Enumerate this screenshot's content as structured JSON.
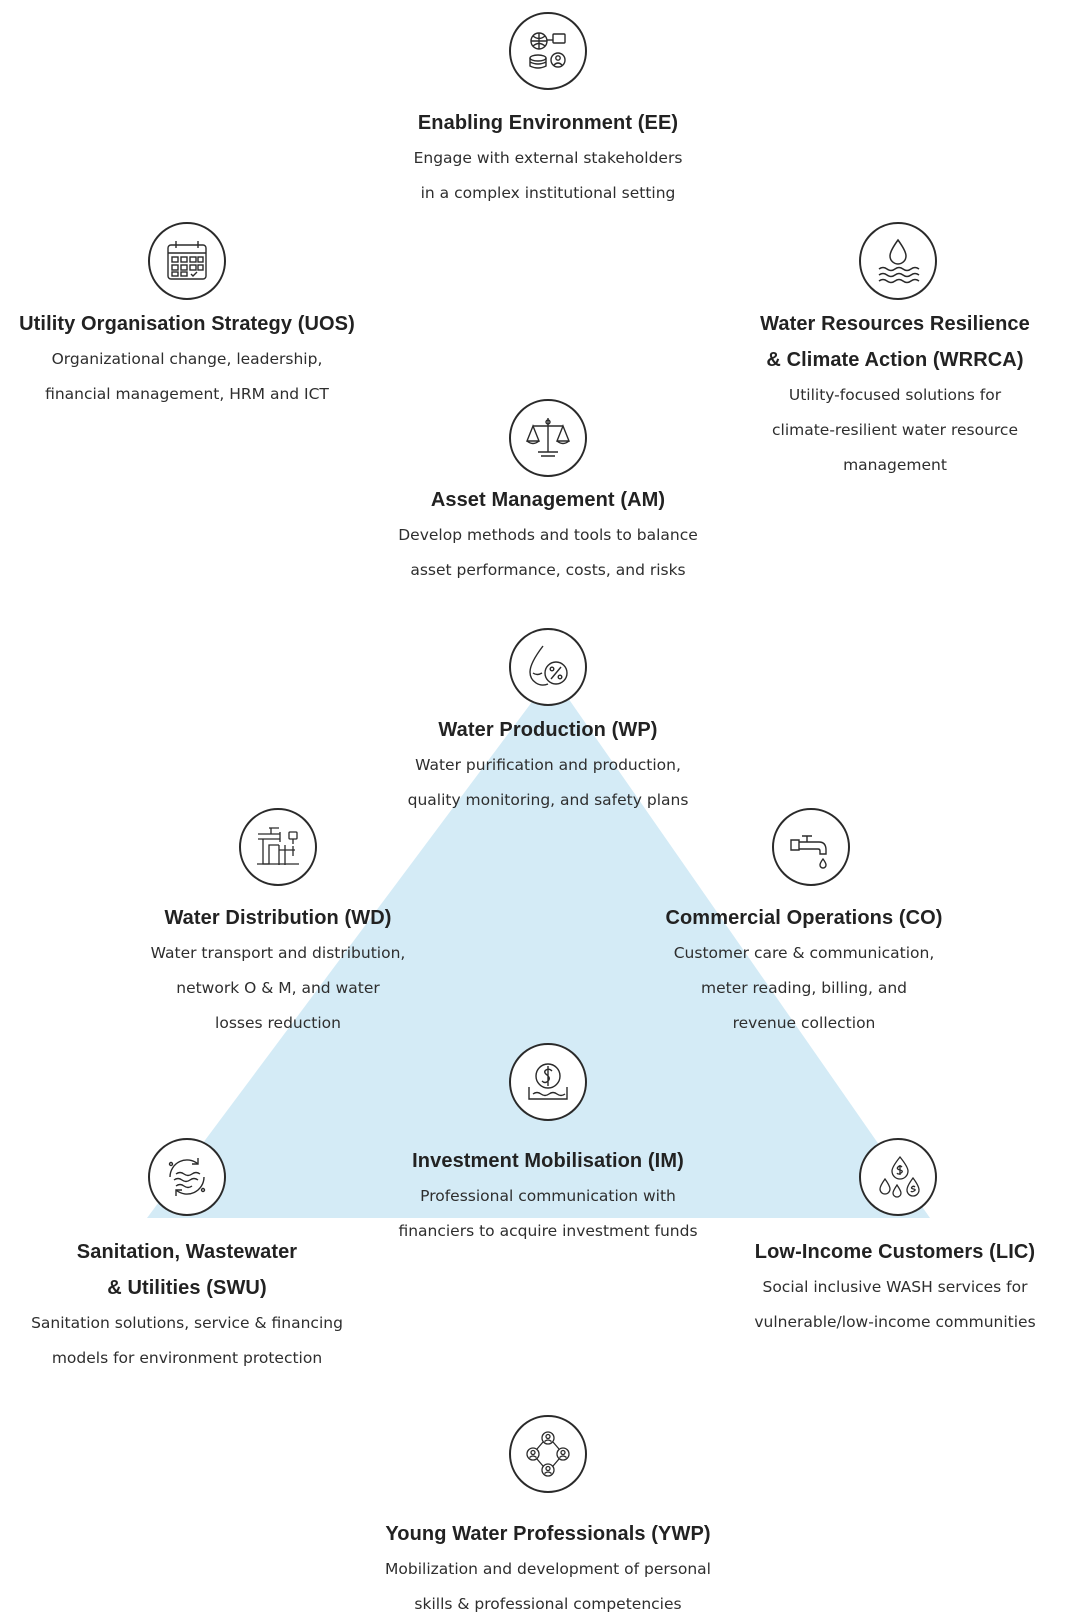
{
  "colors": {
    "triangle": "#d4ebf6",
    "stroke": "#2a2a2a"
  },
  "nodes": {
    "ee": {
      "icon": "network-devices-icon",
      "title": [
        "Enabling Environment (EE)"
      ],
      "desc": [
        "Engage with external stakeholders",
        "in a complex institutional setting"
      ]
    },
    "uos": {
      "icon": "calendar-icon",
      "title": [
        "Utility Organisation Strategy (UOS)"
      ],
      "desc": [
        "Organizational change, leadership,",
        "financial management, HRM and ICT"
      ]
    },
    "wrrca": {
      "icon": "water-drop-waves-icon",
      "title": [
        "Water Resources Resilience",
        "& Climate Action (WRRCA)"
      ],
      "desc": [
        "Utility-focused solutions for",
        "climate-resilient water resource",
        "management"
      ]
    },
    "am": {
      "icon": "balance-scale-icon",
      "title": [
        "Asset Management (AM)"
      ],
      "desc": [
        "Develop methods and tools to balance",
        "asset performance, costs, and risks"
      ]
    },
    "wp": {
      "icon": "water-drop-percent-icon",
      "title": [
        "Water Production (WP)"
      ],
      "desc": [
        "Water purification and production,",
        "quality monitoring, and safety plans"
      ]
    },
    "wd": {
      "icon": "pipes-icon",
      "title": [
        "Water Distribution (WD)"
      ],
      "desc": [
        "Water transport and distribution,",
        "network O & M, and water",
        "losses reduction"
      ]
    },
    "co": {
      "icon": "water-tap-icon",
      "title": [
        "Commercial Operations (CO)"
      ],
      "desc": [
        "Customer care & communication,",
        "meter reading, billing, and",
        "revenue collection"
      ]
    },
    "im": {
      "icon": "dollar-coin-icon",
      "title": [
        "Investment Mobilisation (IM)"
      ],
      "desc": [
        "Professional communication with",
        "financiers to acquire investment funds"
      ]
    },
    "swu": {
      "icon": "recycle-water-icon",
      "title": [
        "Sanitation, Wastewater",
        "& Utilities (SWU)"
      ],
      "desc": [
        "Sanitation solutions, service & financing",
        "models for environment protection"
      ]
    },
    "lic": {
      "icon": "money-drops-icon",
      "title": [
        "Low-Income Customers (LIC)"
      ],
      "desc": [
        "Social inclusive WASH services for",
        "vulnerable/low-income communities"
      ]
    },
    "ywp": {
      "icon": "people-network-icon",
      "title": [
        "Young Water Professionals (YWP)"
      ],
      "desc": [
        "Mobilization and development of personal",
        "skills & professional competencies"
      ]
    }
  }
}
